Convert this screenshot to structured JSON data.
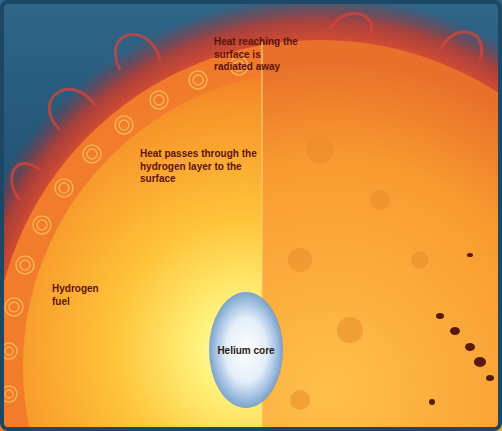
{
  "diagram": {
    "nodes": [
      {
        "text": [
          "Helium core"
        ]
      }
    ],
    "labels": [
      "Heat reaching the surface is radiated away",
      "Heat passes through the hydrogen layer to the surface",
      "Hydrogen fuel"
    ]
  }
}
